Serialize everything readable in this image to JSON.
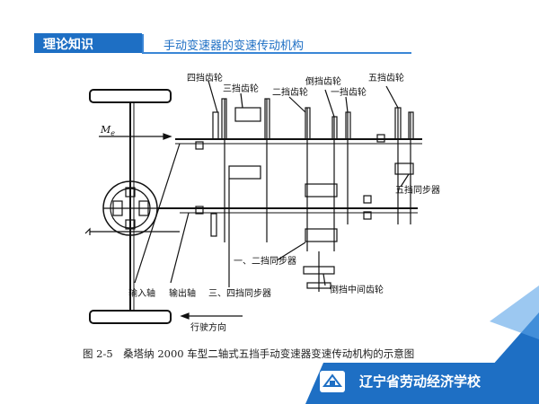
{
  "header": {
    "section": "理论知识",
    "title": "手动变速器的变速传动机构"
  },
  "labels": {
    "fourth_gear": "四挡齿轮",
    "third_gear": "三挡齿轮",
    "second_gear": "二挡齿轮",
    "reverse_gear": "倒挡齿轮",
    "first_gear": "一挡齿轮",
    "fifth_gear": "五挡齿轮",
    "me_symbol": "M",
    "me_sub": "e",
    "fifth_sync": "五挡同步器",
    "first_second_sync": "一、二挡同步器",
    "input_shaft": "输入轴",
    "output_shaft": "输出轴",
    "third_fourth_sync": "三、四挡同步器",
    "reverse_idler": "倒挡中间齿轮",
    "direction": "行驶方向"
  },
  "caption": "图 2-5　桑塔纳 2000 车型二轴式五挡手动变速器变速传动机构的示意图",
  "footer": {
    "school": "辽宁省劳动经济学校"
  },
  "colors": {
    "brand_blue": "#1e6fc4",
    "line_blue": "#3a86d6"
  }
}
